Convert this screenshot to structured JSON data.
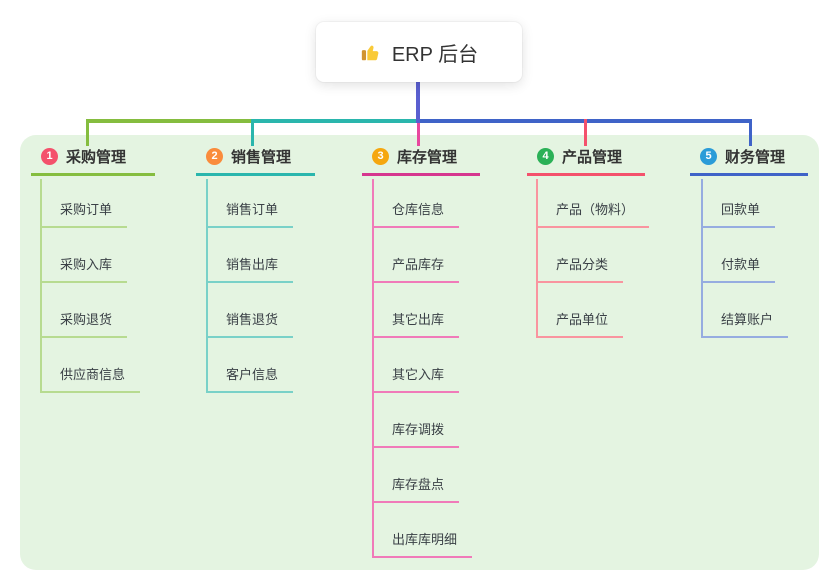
{
  "root": {
    "label": "ERP 后台",
    "icon": "thumbs-up-icon"
  },
  "colors": {
    "panel_bg": "#e4f4e1",
    "root_line": "#5a5fd0",
    "card_bg": "#ffffff",
    "title_text": "#333333",
    "child_text": "#3a4046",
    "bus_segments": [
      "#85bd3f",
      "#2ab6ad",
      "#3f63c8"
    ]
  },
  "branches": [
    {
      "badge": "1",
      "label": "采购管理",
      "badge_color": "#f4516c",
      "line_color": "#85bd3f",
      "drop_color": "#85bd3f",
      "child_line_color": "#b7db90",
      "children": [
        "采购订单",
        "采购入库",
        "采购退货",
        "供应商信息"
      ]
    },
    {
      "badge": "2",
      "label": "销售管理",
      "badge_color": "#fa8c3c",
      "line_color": "#2ab6ad",
      "drop_color": "#2ab6ad",
      "child_line_color": "#79d1c8",
      "children": [
        "销售订单",
        "销售出库",
        "销售退货",
        "客户信息"
      ]
    },
    {
      "badge": "3",
      "label": "库存管理",
      "badge_color": "#f5a70f",
      "line_color": "#d6368f",
      "drop_color": "#e8489f",
      "child_line_color": "#f07ab9",
      "children": [
        "仓库信息",
        "产品库存",
        "其它出库",
        "其它入库",
        "库存调拨",
        "库存盘点",
        "出库库明细"
      ]
    },
    {
      "badge": "4",
      "label": "产品管理",
      "badge_color": "#2bb157",
      "line_color": "#f4516c",
      "drop_color": "#f4516c",
      "child_line_color": "#f9949f",
      "children": [
        "产品（物料）",
        "产品分类",
        "产品单位"
      ]
    },
    {
      "badge": "5",
      "label": "财务管理",
      "badge_color": "#2b9cd8",
      "line_color": "#3f63c8",
      "drop_color": "#3f63c8",
      "child_line_color": "#96ace0",
      "children": [
        "回款单",
        "付款单",
        "结算账户"
      ]
    }
  ]
}
